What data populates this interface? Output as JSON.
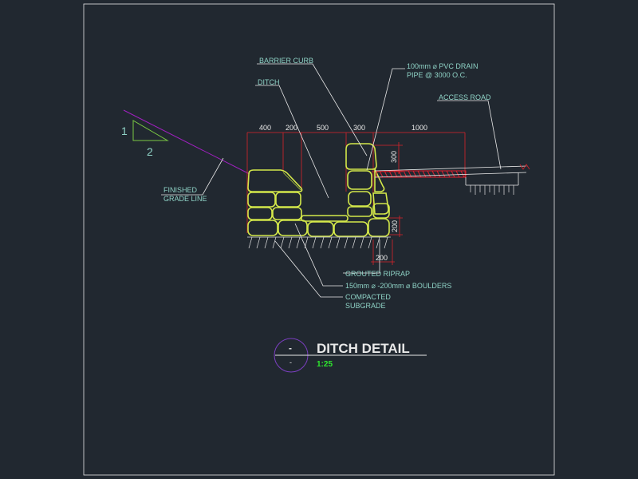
{
  "labels": {
    "barrier_curb": "BARRIER CURB",
    "pvc_line1": "100mm ⌀ PVC DRAIN",
    "pvc_line2": "PIPE @ 3000 O.C.",
    "ditch": "DITCH",
    "access_road": "ACCESS ROAD",
    "finished_grade_line1": "FINISHED",
    "finished_grade_line2": "GRADE LINE",
    "grouted_riprap": "GROUTED RIPRAP",
    "boulders": "150mm ⌀ -200mm ⌀ BOULDERS",
    "subgrade_line1": "COMPACTED",
    "subgrade_line2": "SUBGRADE"
  },
  "slope": {
    "rise": "1",
    "run": "2"
  },
  "dimensions": {
    "top": [
      "400",
      "200",
      "500",
      "300",
      "1000"
    ],
    "curb_height": "300",
    "base_height": "200",
    "bottom": "200"
  },
  "title_block": {
    "title": "DITCH DETAIL",
    "scale": "1:25",
    "bubble_top": "-",
    "bubble_bottom": "-"
  },
  "colors": {
    "background": "#212830",
    "label_text": "#8fd3c6",
    "riprap": "#d4e84a",
    "dimension_line": "#d8222a",
    "grade_line": "#a020c0",
    "pipe": "#e02030",
    "title_text": "#e8e8e8",
    "scale_text": "#2ee82e",
    "bubble": "#7b3fc0"
  }
}
